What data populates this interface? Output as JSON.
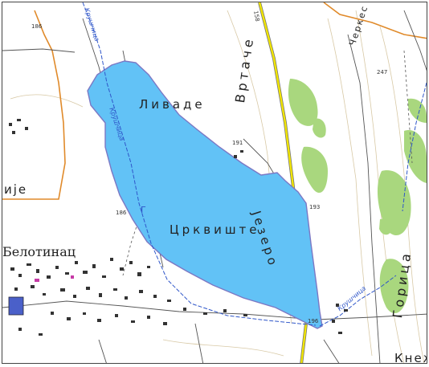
{
  "map": {
    "labels": {
      "belotinac": "Белотинац",
      "livade": "Ливаде",
      "vrtache": "Вртаче",
      "crkviste": "Црквиште",
      "jezero": "Језеро",
      "gorica": "Горица",
      "kruscica_top": "Крушчица",
      "kruscica_mid": "Крушчица",
      "kruscica_bottom": "Крушчица",
      "ije": "ије",
      "knez": "Кнеж",
      "cerkes": "Черкес",
      "road_number": "158",
      "letter_g": "Г"
    },
    "elevations": {
      "e186_top": "186",
      "e186_mid": "186",
      "e191": "191",
      "e193": "193",
      "e247": "247",
      "e196": "196"
    },
    "colors": {
      "lake_fill": "#62c2f6",
      "lake_stroke": "#7c78c4",
      "forest": "#a9d77e",
      "road_yellow": "#f2e600",
      "boundary_orange": "#e08a2a",
      "water_blue": "#2f56c9",
      "contour": "#d8c9a6"
    }
  }
}
